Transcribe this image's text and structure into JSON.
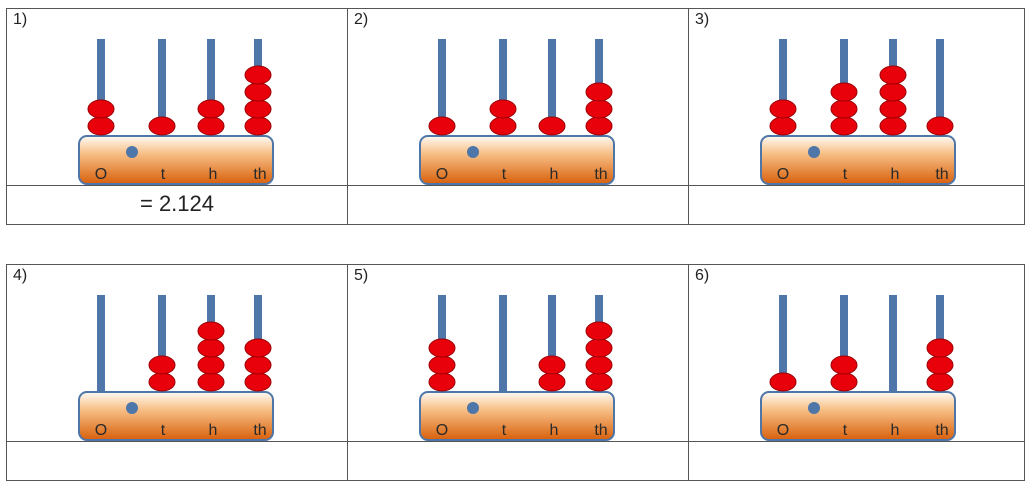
{
  "colors": {
    "rod": "#4f76a8",
    "bead": "#e8000b",
    "bead_outline": "#9a0006",
    "base_top": "#fffaf4",
    "base_bottom": "#d8600c",
    "base_outline": "#4f76a8",
    "decimal_point": "#4f76a8",
    "grid_line": "#555555"
  },
  "place_labels": [
    "O",
    "t",
    "h",
    "th"
  ],
  "problems": [
    {
      "number": "1)",
      "beads": [
        2,
        1,
        2,
        4
      ],
      "answer": "= 2.124"
    },
    {
      "number": "2)",
      "beads": [
        1,
        2,
        1,
        3
      ],
      "answer": ""
    },
    {
      "number": "3)",
      "beads": [
        2,
        3,
        4,
        1
      ],
      "answer": ""
    },
    {
      "number": "4)",
      "beads": [
        0,
        2,
        4,
        3
      ],
      "answer": ""
    },
    {
      "number": "5)",
      "beads": [
        3,
        0,
        2,
        4
      ],
      "answer": ""
    },
    {
      "number": "6)",
      "beads": [
        1,
        2,
        0,
        3
      ],
      "answer": ""
    }
  ]
}
